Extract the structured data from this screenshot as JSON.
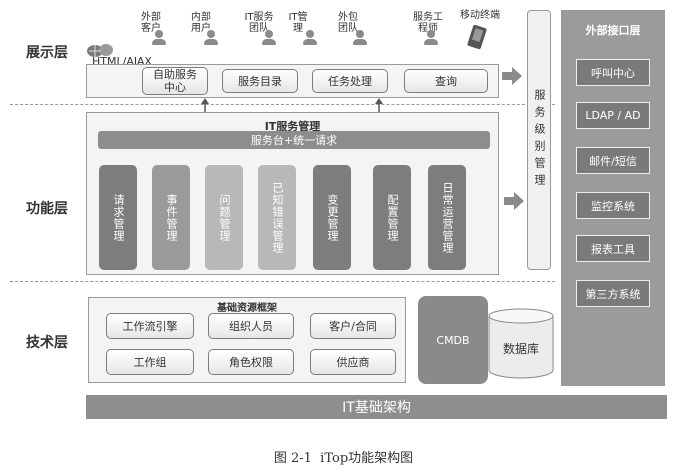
{
  "layers": {
    "display": "展示层",
    "function": "功能层",
    "tech": "技术层"
  },
  "display": {
    "html_ajax": "HTML/AJAX",
    "users": [
      {
        "label": "外部客户",
        "icon": "person-icon"
      },
      {
        "label": "内部用户",
        "icon": "person-icon"
      },
      {
        "label": "IT服务团队",
        "icon": "person-icon"
      },
      {
        "label": "IT管理",
        "icon": "person-icon"
      },
      {
        "label": "外包团队",
        "icon": "person-icon"
      },
      {
        "label": "服务工程师",
        "icon": "person-icon"
      },
      {
        "label": "移动终端",
        "icon": "mobile-terminal-icon"
      }
    ],
    "buttons": [
      "自助服务中心",
      "服务目录",
      "任务处理",
      "查询"
    ]
  },
  "function": {
    "title": "IT服务管理",
    "service_desk": "服务台+统一请求",
    "modules": [
      "请求管理",
      "事件管理",
      "问题管理",
      "已知错误管理",
      "变更管理",
      "配置管理",
      "日常运营管理"
    ]
  },
  "service_level": "服务级别管理",
  "external": {
    "title": "外部接口层",
    "items": [
      "呼叫中心",
      "LDAP / AD",
      "邮件/短信",
      "监控系统",
      "报表工具",
      "第三方系统"
    ]
  },
  "tech": {
    "title": "基础资源框架",
    "items": [
      "工作流引擎",
      "组织人员",
      "客户/合同",
      "工作组",
      "角色权限",
      "供应商"
    ],
    "cmdb": "CMDB",
    "database": "数据库"
  },
  "infra": "IT基础架构",
  "caption": "图 2-1  iTop功能架构图",
  "colors": {
    "module_dark": "#7d7d7d",
    "module_light": "#b5b5b5",
    "right_panel": "#9b9b9b",
    "infra_bar": "#8e8e8e"
  }
}
